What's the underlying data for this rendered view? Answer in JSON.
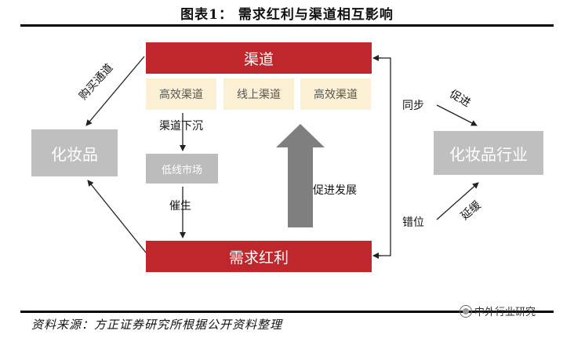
{
  "title": "图表1：  需求红利与渠道相互影响",
  "source": "资料来源：方正证券研究所根据公开资料整理",
  "watermark": "中外行业研究",
  "nodes": {
    "channel": "渠道",
    "demand_dividend": "需求红利",
    "cosmetics": "化妆品",
    "cosmetics_industry": "化妆品行业",
    "lower_tier_market": "低线市场",
    "sub_channels": [
      "高效渠道",
      "线上渠道",
      "高效渠道"
    ]
  },
  "edges": {
    "purchase_channel": "购买通道",
    "channel_sinking": "渠道下沉",
    "catalyze": "催生",
    "promote_development": "促进发展",
    "sync": "同步",
    "promote": "促进",
    "misaligned": "错位",
    "delay": "延缓"
  },
  "colors": {
    "red": "#c0272d",
    "cream": "#fbf0d4",
    "grey": "#bfbfbf",
    "big_arrow": "#7f7f7f"
  }
}
